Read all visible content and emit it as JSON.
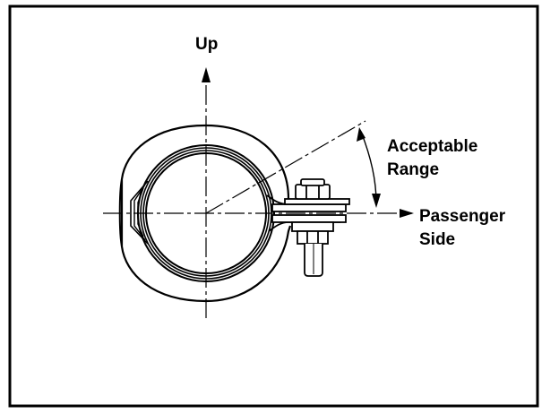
{
  "labels": {
    "up": "Up",
    "acceptable_range": [
      "Acceptable",
      "Range"
    ],
    "passenger_side": [
      "Passenger",
      "Side"
    ]
  },
  "colors": {
    "line": "#000000",
    "background": "#ffffff"
  }
}
